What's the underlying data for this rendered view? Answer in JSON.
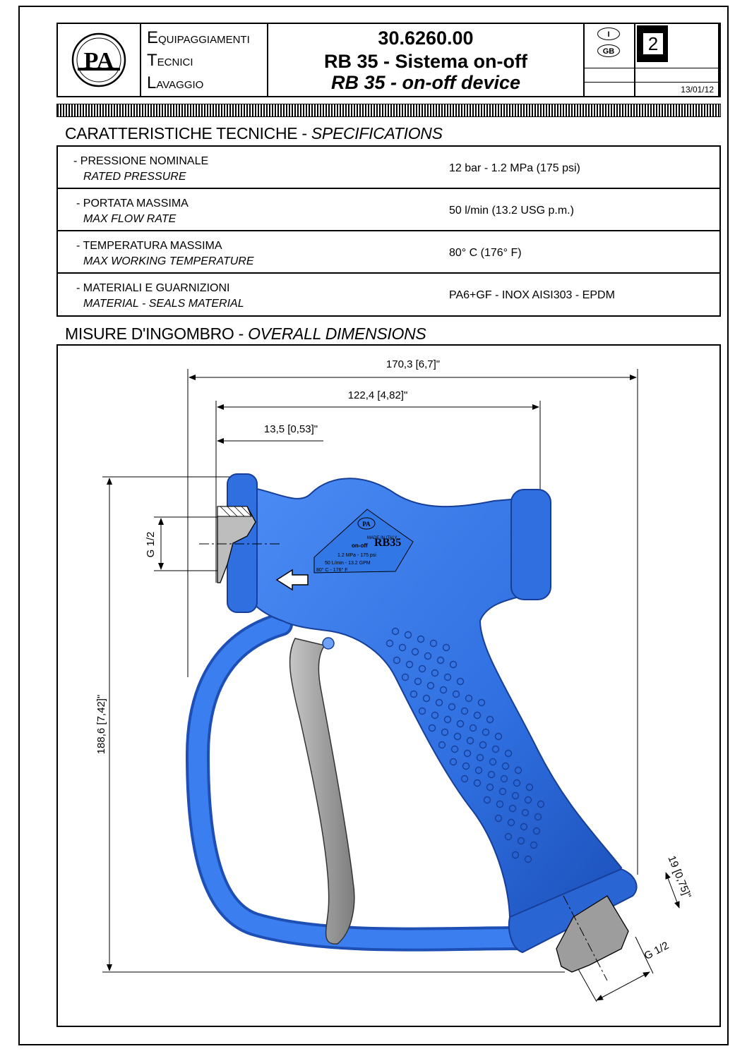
{
  "header": {
    "company_lines": [
      {
        "initial": "E",
        "rest": "QUIPAGGIAMENTI"
      },
      {
        "initial": "T",
        "rest": "ECNICI"
      },
      {
        "initial": "L",
        "rest": "AVAGGIO"
      }
    ],
    "logo_text": "PA",
    "code": "30.6260.00",
    "title_it": "RB 35 - Sistema on-off",
    "title_en": "RB 35 - on-off device",
    "lang_it": "I",
    "lang_gb": "GB",
    "revision": "2",
    "date": "13/01/12"
  },
  "specs_section": {
    "title_it": "CARATTERISTICHE TECNICHE - ",
    "title_en": "SPECIFICATIONS",
    "rows": [
      {
        "label_it": "- PRESSIONE NOMINALE",
        "label_en": "RATED PRESSURE",
        "value": "12 bar - 1.2 MPa  (175 psi)"
      },
      {
        "label_it": "- PORTATA MASSIMA",
        "label_en": "MAX FLOW RATE",
        "value": "50 l/min   (13.2 USG p.m.)"
      },
      {
        "label_it": "- TEMPERATURA MASSIMA",
        "label_en": "MAX WORKING TEMPERATURE",
        "value": "80° C   (176° F)"
      },
      {
        "label_it": "- MATERIALI E GUARNIZIONI",
        "label_en": "MATERIAL - SEALS MATERIAL",
        "value": "PA6+GF - INOX AISI303 - EPDM"
      }
    ]
  },
  "dimensions_section": {
    "title_it": "MISURE D'INGOMBRO  - ",
    "title_en": "OVERALL DIMENSIONS",
    "dim_overall_width": "170,3 [6,7]\"",
    "dim_body_width": "122,4 [4,82]\"",
    "dim_inlet_depth": "13,5 [0,53]\"",
    "dim_inlet_thread": "G 1/2",
    "dim_height": "188,6 [7,42]\"",
    "dim_outlet_size": "19 [0,75]\"",
    "dim_outlet_thread": "G 1/2",
    "gun_label": {
      "brand": "PA",
      "model": "RB35",
      "made": "MADE IN ITALY",
      "name": "on-off",
      "pressure": "1.2 MPa - 175 psi",
      "flow": "50 L/min - 13.2 GPM",
      "temp": "80° C - 176° F"
    },
    "colors": {
      "gun_body": "#2f6fe0",
      "trigger": "#9a9a9a"
    }
  }
}
